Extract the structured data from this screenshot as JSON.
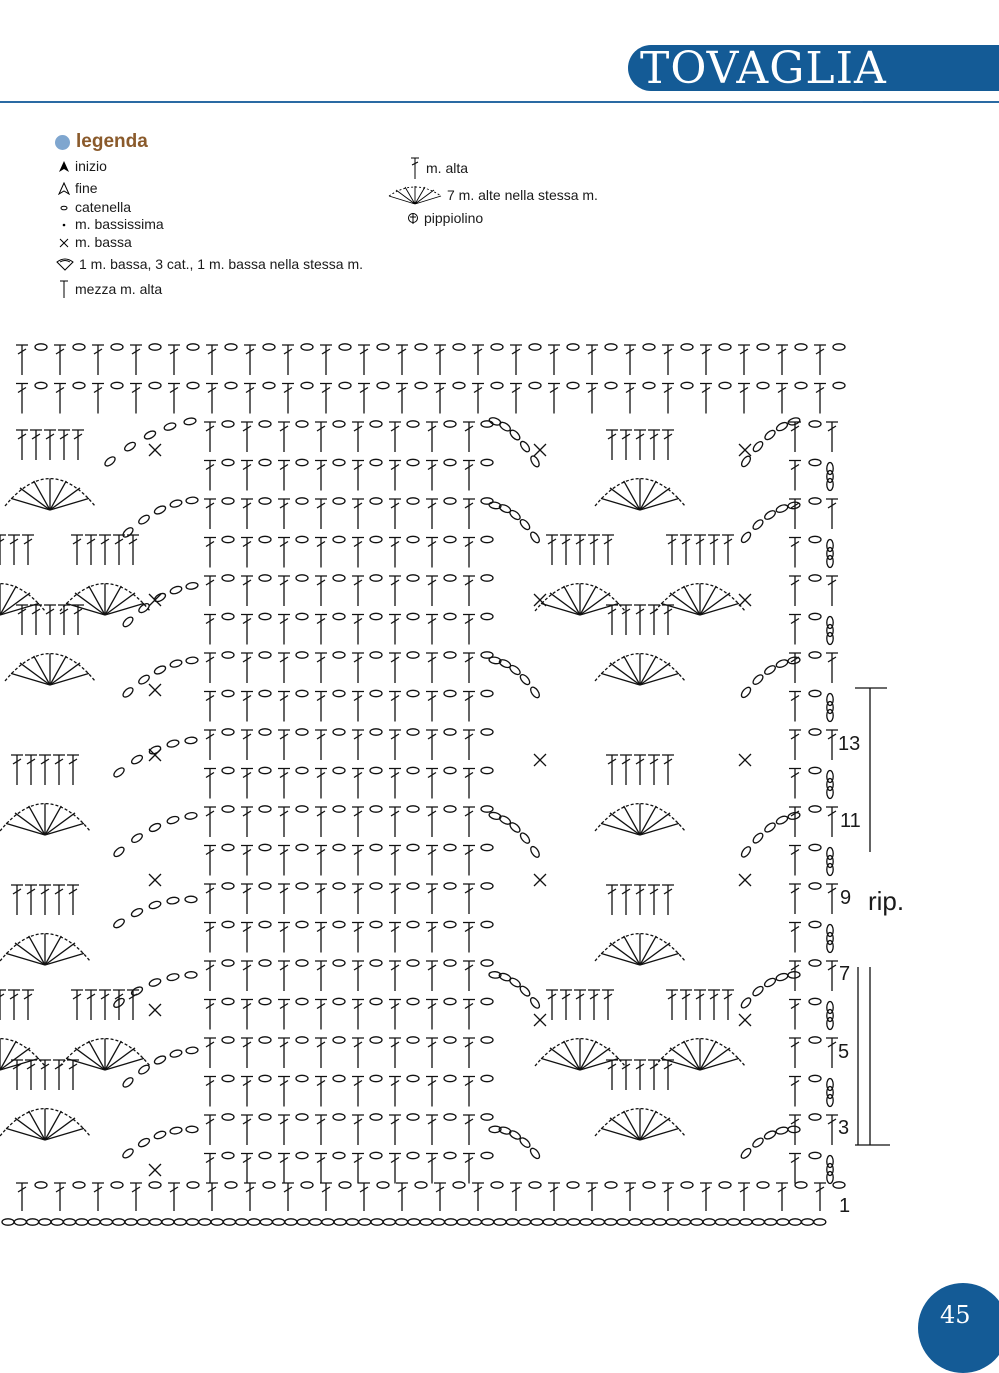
{
  "header": {
    "title": "TOVAGLIA"
  },
  "legend": {
    "title": "legenda",
    "items_left": [
      {
        "icon": "filled-triangle-icon",
        "label": "inizio"
      },
      {
        "icon": "outline-triangle-icon",
        "label": "fine"
      },
      {
        "icon": "chain-oval-icon",
        "label": "catenella"
      },
      {
        "icon": "dot-icon",
        "label": "m. bassissima"
      },
      {
        "icon": "cross-icon",
        "label": "m. bassa"
      },
      {
        "icon": "picot-loop-icon",
        "label": "1 m. bassa, 3 cat., 1 m. bassa nella stessa m."
      },
      {
        "icon": "half-double-crochet-icon",
        "label": "mezza m. alta"
      }
    ],
    "items_right": [
      {
        "icon": "double-crochet-icon",
        "label": "m. alta"
      },
      {
        "icon": "fan-icon",
        "label": "7 m. alte nella stessa m."
      },
      {
        "icon": "picot-icon",
        "label": "pippiolino"
      }
    ]
  },
  "chart": {
    "row_numbers": [
      "13",
      "11",
      "9",
      "7",
      "5",
      "3",
      "1"
    ],
    "repeat_label": "rip."
  },
  "page_number": "45",
  "colors": {
    "brand_blue": "#145b96",
    "legend_dot": "#7fa6cf",
    "legend_title": "#8a5a2b"
  }
}
